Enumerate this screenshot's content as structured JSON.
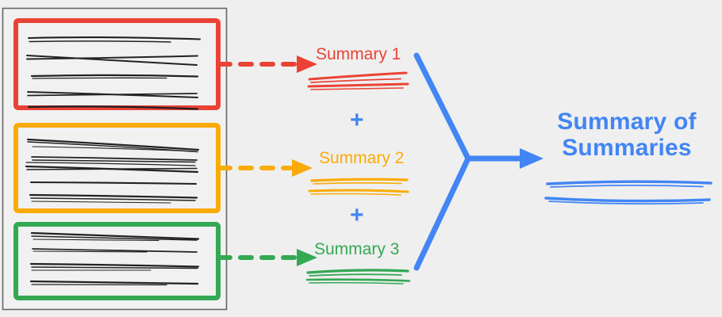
{
  "diagram": {
    "title": "Hierarchical summarization: map-reduce of document chunks",
    "background_color": "#efefef"
  },
  "colors": {
    "red": "#ea4335",
    "orange": "#fbab06",
    "green": "#34a853",
    "blue": "#4285f4",
    "ink": "#222222",
    "container_border": "#666666",
    "page_fill": "#f1f1f1"
  },
  "document_panel": {
    "name": "source-document",
    "border_color": "#666666",
    "chunks": [
      {
        "id": "chunk-1",
        "color": "#ea4335",
        "text_line_count": 5,
        "connector": {
          "style": "dashed",
          "color": "#ea4335",
          "arrowhead": "triangle"
        },
        "target": "Summary 1"
      },
      {
        "id": "chunk-2",
        "color": "#fbab06",
        "text_line_count": 5,
        "connector": {
          "style": "dashed",
          "color": "#fbab06",
          "arrowhead": "triangle"
        },
        "target": "Summary 2"
      },
      {
        "id": "chunk-3",
        "color": "#34a853",
        "text_line_count": 4,
        "connector": {
          "style": "dashed",
          "color": "#34a853",
          "arrowhead": "triangle"
        },
        "target": "Summary 3"
      }
    ]
  },
  "summaries": [
    {
      "label": "Summary 1",
      "color": "#ea4335",
      "underline_count": 2
    },
    {
      "label": "Summary 2",
      "color": "#fbab06",
      "underline_count": 2
    },
    {
      "label": "Summary 3",
      "color": "#34a853",
      "underline_count": 2
    }
  ],
  "operators": [
    {
      "symbol": "+",
      "color": "#4285f4"
    },
    {
      "symbol": "+",
      "color": "#4285f4"
    }
  ],
  "merge_connector": {
    "color": "#4285f4",
    "shape": "y-junction",
    "arrowhead": "triangle"
  },
  "final": {
    "line1": "Summary of",
    "line2": "Summaries",
    "color": "#4285f4",
    "underline_count": 2
  }
}
